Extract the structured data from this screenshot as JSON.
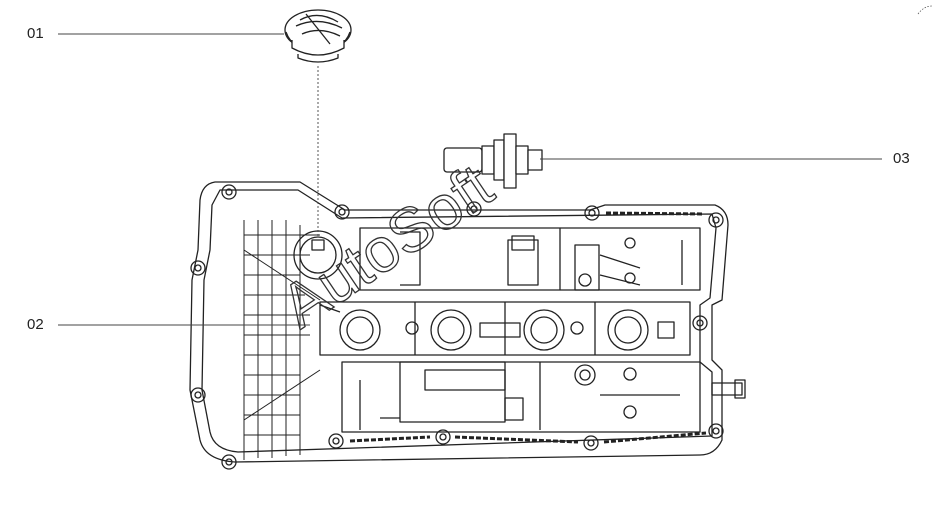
{
  "callouts": [
    {
      "id": "01",
      "label": "01"
    },
    {
      "id": "02",
      "label": "02"
    },
    {
      "id": "03",
      "label": "03"
    }
  ],
  "watermark": {
    "text": "AutoSoft"
  },
  "colors": {
    "line": "#222222",
    "leader": "#444444",
    "background": "#ffffff"
  }
}
